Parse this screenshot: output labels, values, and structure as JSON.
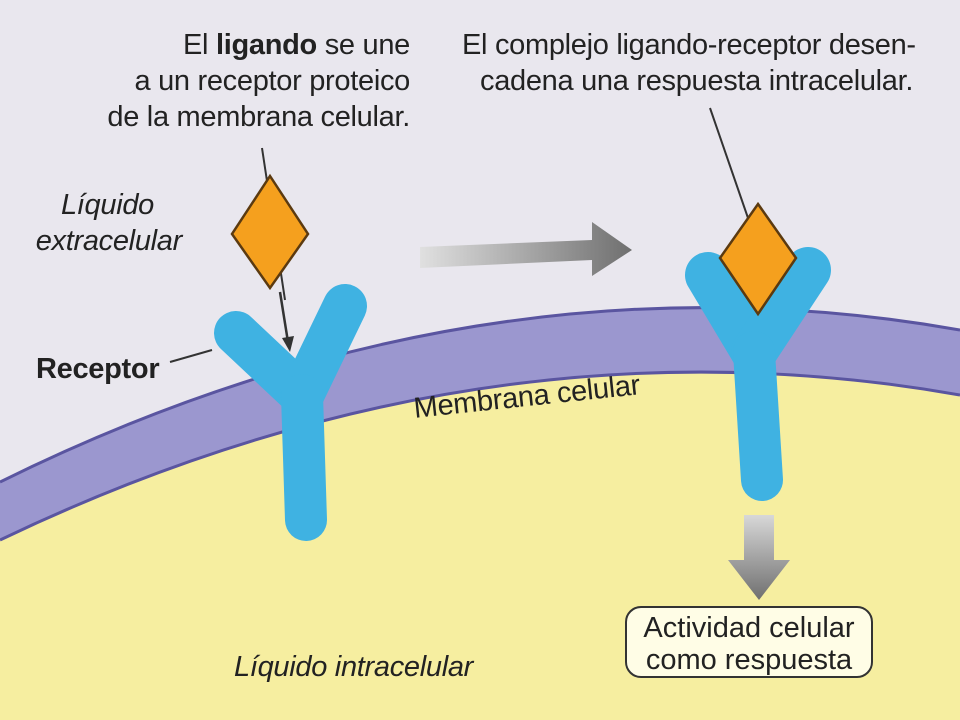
{
  "caption_left": {
    "line1_pre": "El ",
    "line1_bold": "ligando",
    "line1_post": " se une",
    "line2": "a un receptor proteico",
    "line3": "de la membrana celular."
  },
  "caption_right": {
    "line1": "El complejo ligando-receptor desen-",
    "line2": "cadena una respuesta intracelular."
  },
  "labels": {
    "extracellular_1": "Líquido",
    "extracellular_2": "extracelular",
    "receptor": "Receptor",
    "membrane": "Membrana celular",
    "intracellular": "Líquido intracelular"
  },
  "response": {
    "line1": "Actividad celular",
    "line2": "como respuesta"
  },
  "colors": {
    "extracellular": "#e9e7ee",
    "membrane": "#9b97cf",
    "membrane_dark": "#5a55a0",
    "intracellular": "#f6eea0",
    "receptor": "#3fb2e2",
    "ligand": "#f5a01e",
    "arrow": "#8a8a8a"
  }
}
